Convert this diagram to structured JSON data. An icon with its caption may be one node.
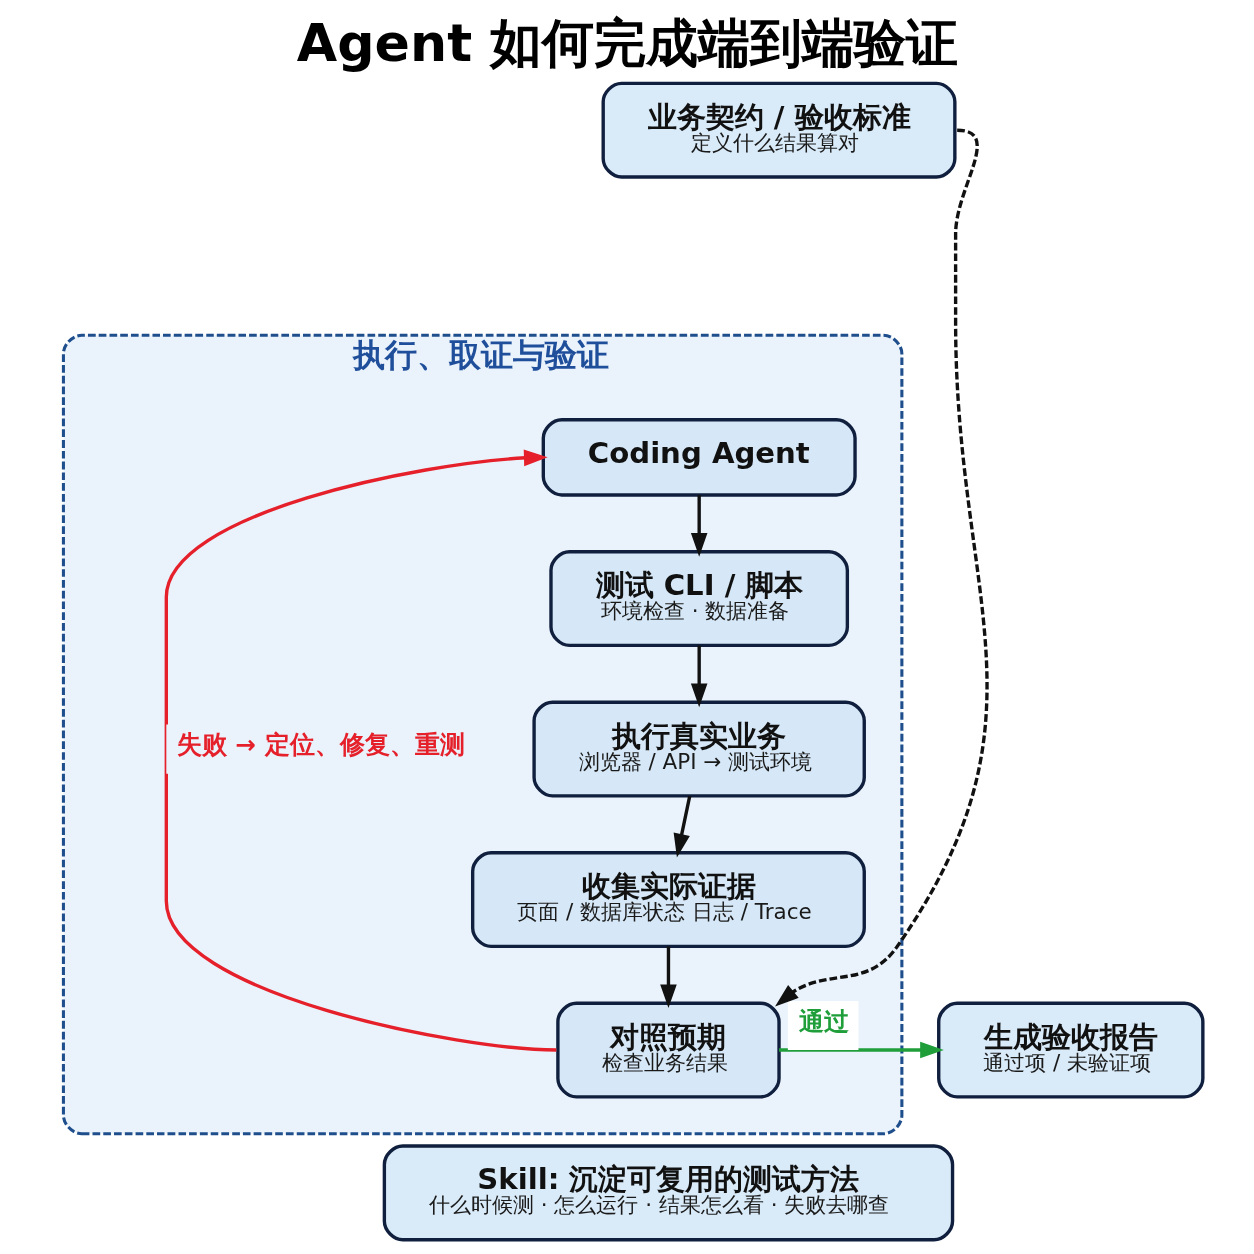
{
  "diagram": {
    "title": "Agent 如何完成端到端验证",
    "nodes": [
      {
        "text": [
          "业务契约 / 验收标准",
          "定义什么结果算对"
        ]
      },
      {
        "text": [
          "执行、取证与验证"
        ]
      },
      {
        "text": [
          "Coding Agent"
        ],
        "in": 1
      },
      {
        "text": [
          "测试 CLI / 脚本",
          "环境检查 · 数据准备"
        ],
        "in": 1
      },
      {
        "text": [
          "执行真实业务",
          "浏览器 / API → 测试环境"
        ],
        "in": 1
      },
      {
        "text": [
          "收集实际证据",
          "页面 / 数据库状态 日志 / Trace"
        ],
        "in": 1
      },
      {
        "text": [
          "对照预期",
          "检查业务结果"
        ],
        "in": 1
      },
      {
        "text": [
          "生成验收报告",
          "通过项 / 未验证项"
        ]
      },
      {
        "text": [
          "Skill: 沉淀可复用的测试方法",
          "什么时候测 · 怎么运行 · 结果怎么看 · 失败去哪查"
        ]
      }
    ],
    "edges": [
      {
        "from": 0,
        "to": 6,
        "arrow": "to",
        "style": "dashed"
      },
      {
        "from": 2,
        "to": 3,
        "arrow": "to"
      },
      {
        "from": 3,
        "to": 4,
        "arrow": "to"
      },
      {
        "from": 4,
        "to": 5,
        "arrow": "to"
      },
      {
        "from": 5,
        "to": 6,
        "arrow": "to"
      },
      {
        "from": 6,
        "to": 7,
        "arrow": "to",
        "label": "通过",
        "color": "#1f9e3a"
      },
      {
        "from": 6,
        "to": 2,
        "arrow": "to",
        "label": "失败 → 定位、修复、重测",
        "color": "#e5202a"
      }
    ]
  }
}
